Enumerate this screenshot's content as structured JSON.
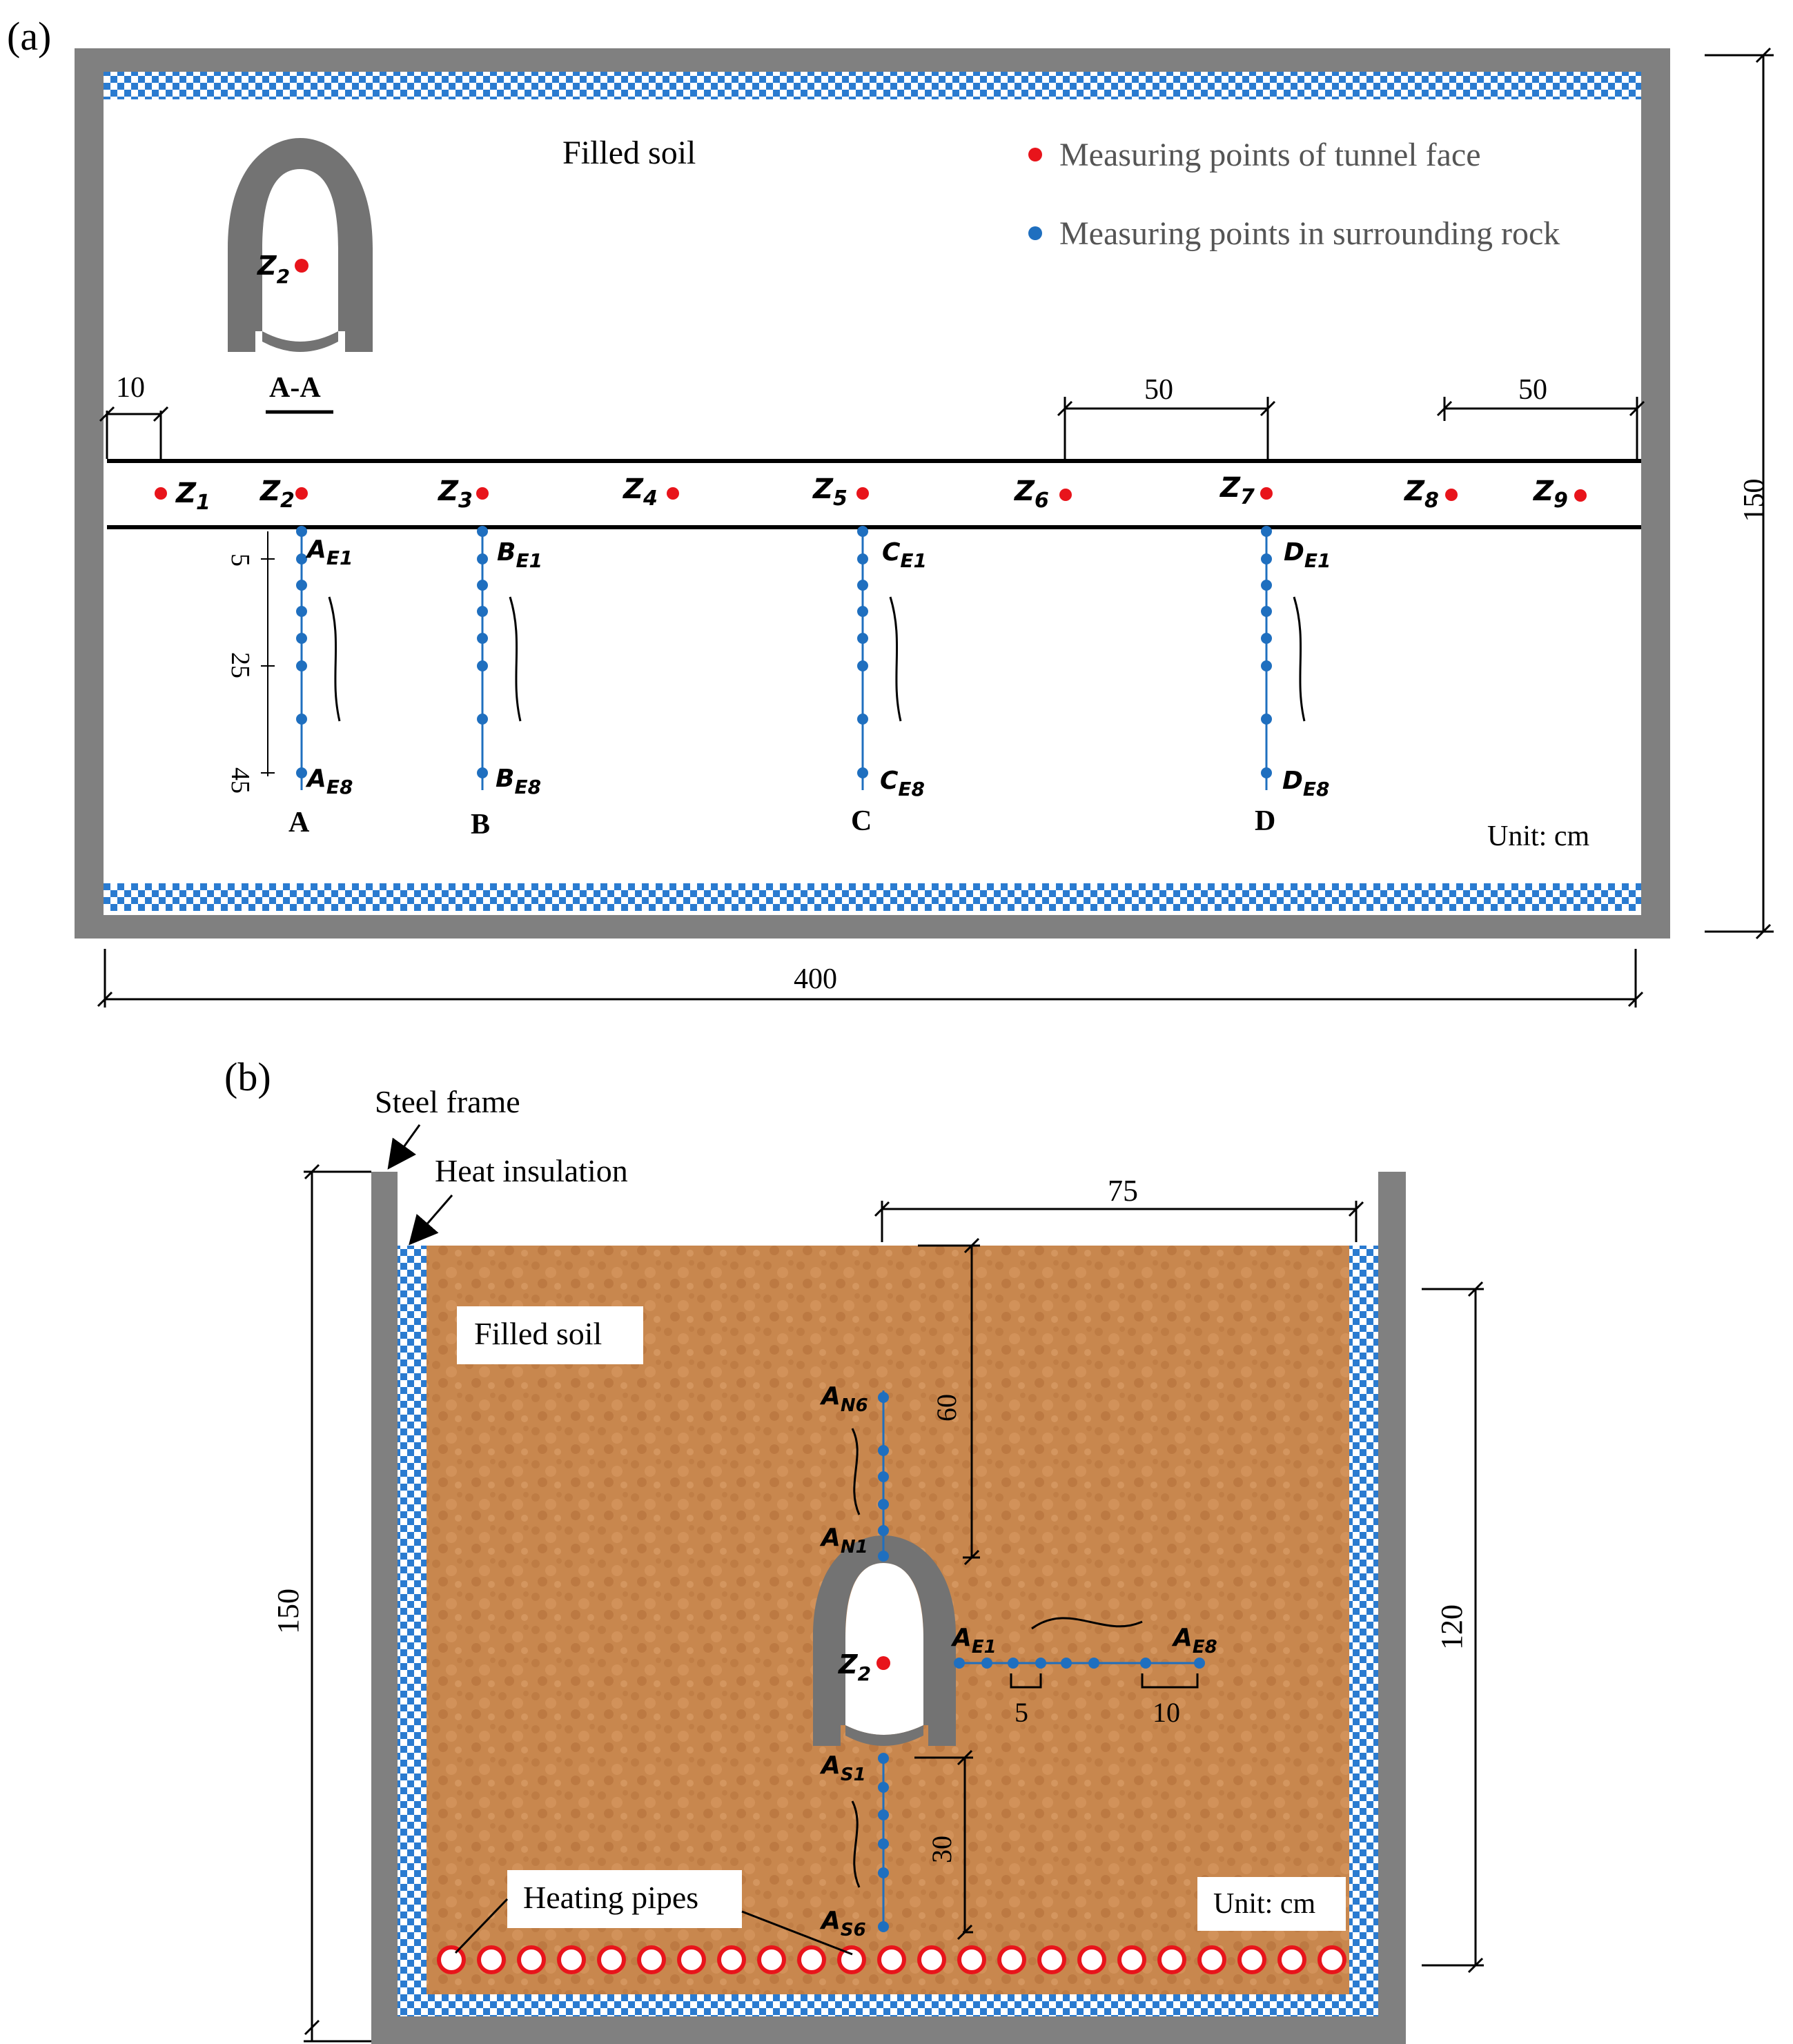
{
  "panel_a": {
    "label": "(a)",
    "filled_soil": "Filled soil",
    "legend_face": "Measuring points of tunnel face",
    "legend_rock": "Measuring points in surrounding rock",
    "section_point": "Z",
    "section_point_sub": "2",
    "section_label": "A-A",
    "dim_10": "10",
    "dim_50_left": "50",
    "dim_50_right": "50",
    "dim_150": "150",
    "dim_400": "400",
    "depth_5": "5",
    "depth_25": "25",
    "depth_45": "45",
    "unit": "Unit: cm",
    "z_points": [
      {
        "base": "Z",
        "sub": "1"
      },
      {
        "base": "Z",
        "sub": "2"
      },
      {
        "base": "Z",
        "sub": "3"
      },
      {
        "base": "Z",
        "sub": "4"
      },
      {
        "base": "Z",
        "sub": "5"
      },
      {
        "base": "Z",
        "sub": "6"
      },
      {
        "base": "Z",
        "sub": "7"
      },
      {
        "base": "Z",
        "sub": "8"
      },
      {
        "base": "Z",
        "sub": "9"
      }
    ],
    "lines": [
      {
        "name": "A",
        "top_base": "A",
        "top_sub": "E1",
        "bot_base": "A",
        "bot_sub": "E8"
      },
      {
        "name": "B",
        "top_base": "B",
        "top_sub": "E1",
        "bot_base": "B",
        "bot_sub": "E8"
      },
      {
        "name": "C",
        "top_base": "C",
        "top_sub": "E1",
        "bot_base": "C",
        "bot_sub": "E8"
      },
      {
        "name": "D",
        "top_base": "D",
        "top_sub": "E1",
        "bot_base": "D",
        "bot_sub": "E8"
      }
    ]
  },
  "panel_b": {
    "label": "(b)",
    "steel_frame": "Steel frame",
    "heat_insulation": "Heat insulation",
    "filled_soil": "Filled soil",
    "heating_pipes": "Heating pipes",
    "unit": "Unit: cm",
    "dim_75": "75",
    "dim_60": "60",
    "dim_30": "30",
    "dim_5": "5",
    "dim_10": "10",
    "dim_150": "150",
    "dim_120": "120",
    "z2_base": "Z",
    "z2_sub": "2",
    "an6_base": "A",
    "an6_sub": "N6",
    "an1_base": "A",
    "an1_sub": "N1",
    "ae1_base": "A",
    "ae1_sub": "E1",
    "ae8_base": "A",
    "ae8_sub": "E8",
    "as1_base": "A",
    "as1_sub": "S1",
    "as6_base": "A",
    "as6_sub": "S6"
  },
  "colors": {
    "frame": "#808080",
    "face_point": "#e8141b",
    "rock_point": "#1f6fbf",
    "soil": "#c8874e",
    "insulation": "#2a7bd0"
  }
}
